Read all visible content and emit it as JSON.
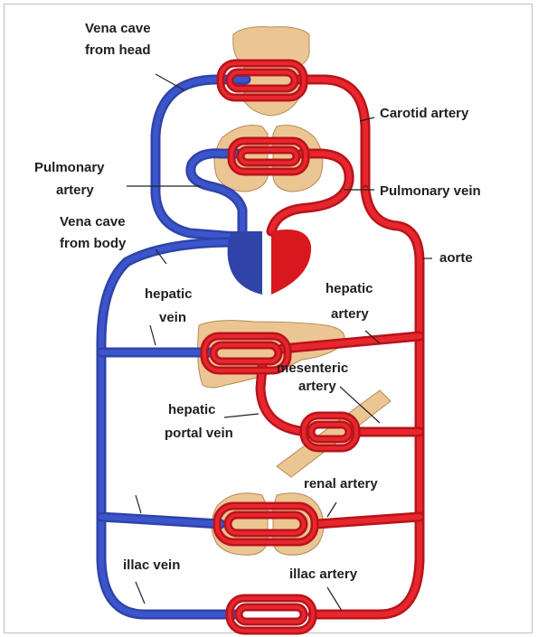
{
  "labels": {
    "vena_cava_head_1": "Vena cave",
    "vena_cava_head_2": "from head",
    "carotid_artery": "Carotid artery",
    "pulmonary_artery_1": "Pulmonary",
    "pulmonary_artery_2": "artery",
    "pulmonary_vein": "Pulmonary vein",
    "vena_cava_body_1": "Vena cave",
    "vena_cava_body_2": "from body",
    "aorte": "aorte",
    "hepatic_vein_1": "hepatic",
    "hepatic_vein_2": "vein",
    "hepatic_artery_1": "hepatic",
    "hepatic_artery_2": "artery",
    "mesenteric_artery_1": "mesenteric",
    "mesenteric_artery_2": "artery",
    "hepatic_portal_vein_1": "hepatic",
    "hepatic_portal_vein_2": "portal vein",
    "renal_artery": "renal artery",
    "illac_vein": "illac vein",
    "illac_artery": "illac artery"
  },
  "colors": {
    "vein": "#2f43a8",
    "artery": "#b7141b",
    "organ": "#ecc692"
  }
}
